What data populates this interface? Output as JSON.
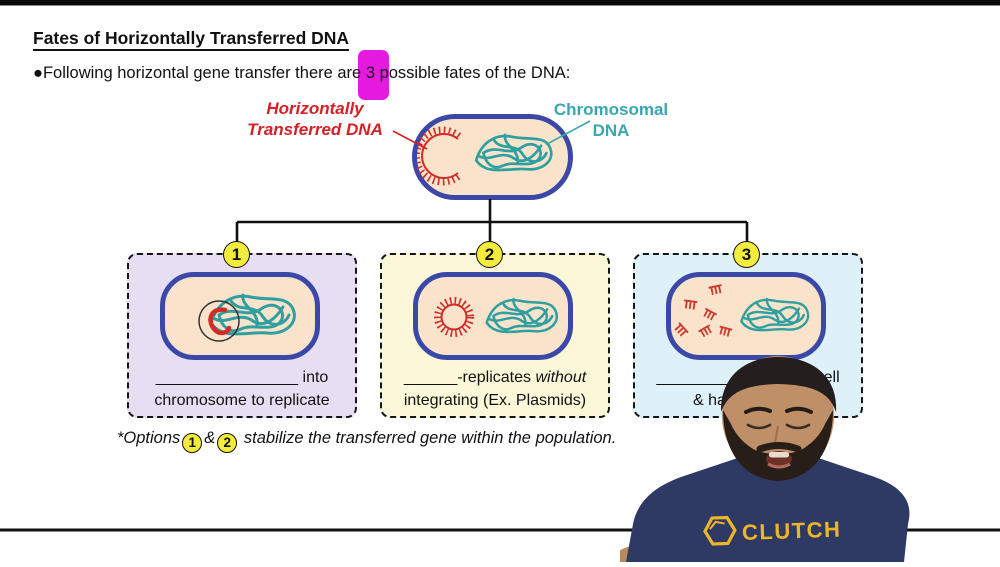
{
  "title": "Fates of Horizontally Transferred DNA",
  "bullet": {
    "pre": "●Following horizontal gene transfer there are ",
    "highlight": "3",
    "post": " possible fates of the DNA:"
  },
  "diagram": {
    "label_htdna": {
      "line1": "Horizontally",
      "line2": "Transferred DNA"
    },
    "label_chromosomal": {
      "line1": "Chromosomal",
      "line2": "DNA"
    },
    "options": [
      {
        "number": "1",
        "caption_blank": "________________",
        "caption_text": " into",
        "caption_line2": "chromosome to replicate"
      },
      {
        "number": "2",
        "caption_blank": "______",
        "caption_text": "-replicates ",
        "caption_italic": "without",
        "caption_line2": "integrating (Ex. Plasmids)"
      },
      {
        "number": "3",
        "caption_blank": "_______________",
        "caption_text": " by cell",
        "caption_line2": "& ha"
      }
    ]
  },
  "footnote": {
    "pre": "*Options",
    "n1": "1",
    "amp": "&",
    "n2": "2",
    "rest": " stabilize the transferred gene within the population."
  },
  "person": {
    "shirt_text": "CLUTCH"
  },
  "colors": {
    "highlight_magenta": "#e51ae0",
    "htdna_red": "#d61f26",
    "chromosome_teal": "#3aa6ad",
    "cell_border_blue": "#3b48a8",
    "cell_fill_peach": "#f9e3cb",
    "box1_bg": "#e7def4",
    "box2_bg": "#faf8d8",
    "box3_bg": "#def0f8",
    "number_circle_yellow": "#f4ec3c",
    "shirt_navy": "#2e3a63",
    "logo_yellow": "#edb62a"
  }
}
